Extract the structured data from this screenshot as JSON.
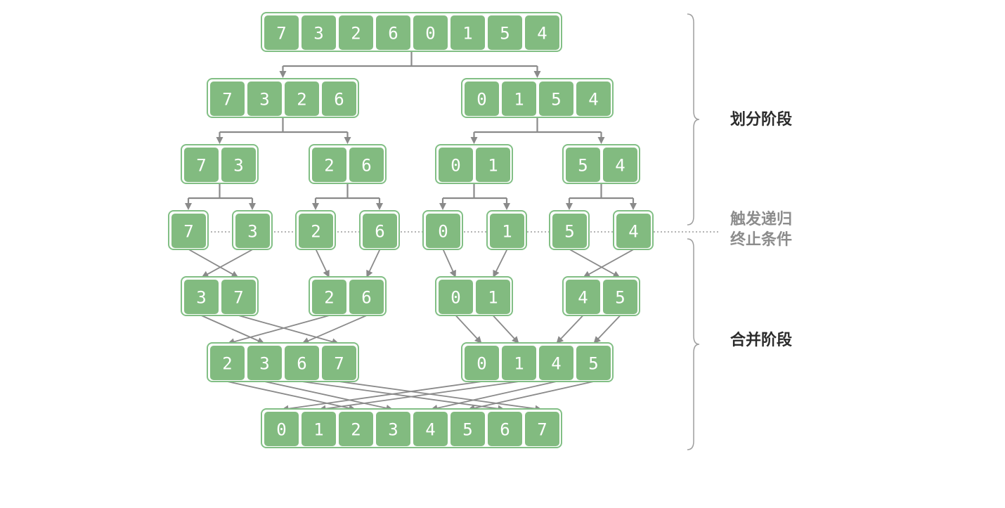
{
  "labels": {
    "divide_phase": "划分阶段",
    "termination_line1": "触发递归",
    "termination_line2": "终止条件",
    "merge_phase": "合并阶段"
  },
  "rows": [
    [
      [
        7,
        3,
        2,
        6,
        0,
        1,
        5,
        4
      ]
    ],
    [
      [
        7,
        3,
        2,
        6
      ],
      [
        0,
        1,
        5,
        4
      ]
    ],
    [
      [
        7,
        3
      ],
      [
        2,
        6
      ],
      [
        0,
        1
      ],
      [
        5,
        4
      ]
    ],
    [
      [
        7
      ],
      [
        3
      ],
      [
        2
      ],
      [
        6
      ],
      [
        0
      ],
      [
        1
      ],
      [
        5
      ],
      [
        4
      ]
    ],
    [
      [
        3,
        7
      ],
      [
        2,
        6
      ],
      [
        0,
        1
      ],
      [
        4,
        5
      ]
    ],
    [
      [
        2,
        3,
        6,
        7
      ],
      [
        0,
        1,
        4,
        5
      ]
    ],
    [
      [
        0,
        1,
        2,
        3,
        4,
        5,
        6,
        7
      ]
    ]
  ],
  "colors": {
    "cell": "#82bb80",
    "box_border": "#82bf85",
    "line": "#8a8a8a"
  }
}
